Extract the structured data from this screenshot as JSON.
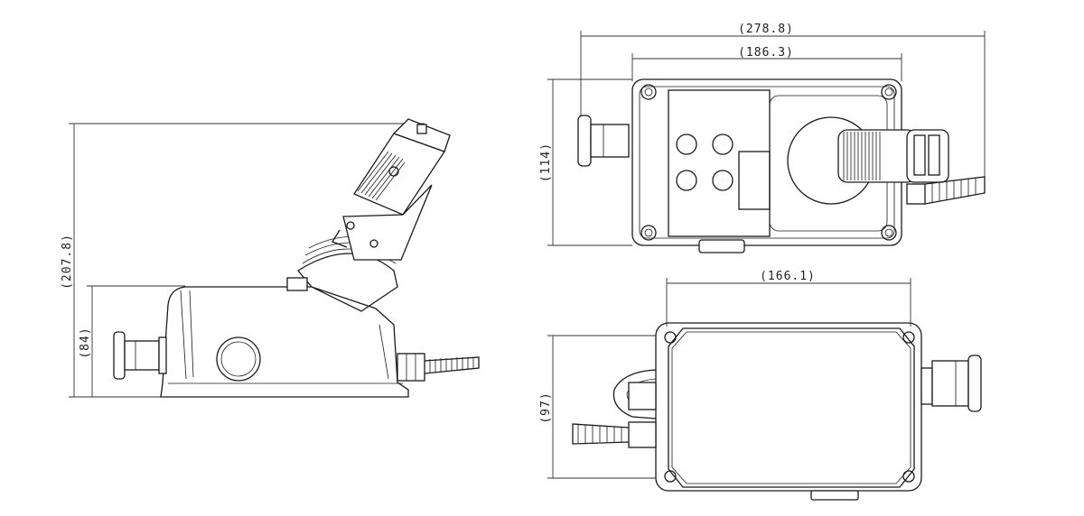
{
  "dimensions": {
    "side_height_total": "(207.8)",
    "side_height_base": "(84)",
    "top_width_total": "(278.8)",
    "top_width_body": "(186.3)",
    "top_height": "(114)",
    "bottom_width": "(166.1)",
    "bottom_height": "(97)"
  }
}
